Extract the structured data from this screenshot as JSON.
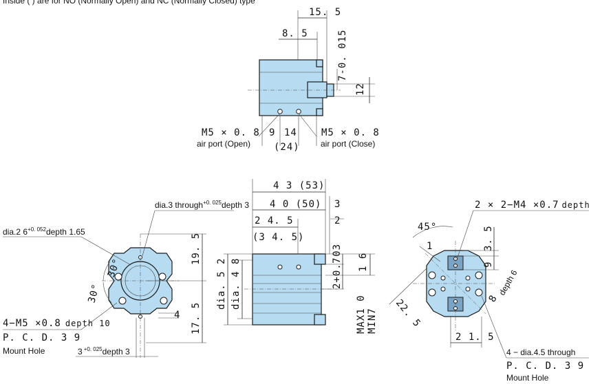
{
  "header_note": "Inside (     ) are for NO (Normally Open) and NC (Normally Closed) type",
  "top_view": {
    "dim_15_5": "15. 5",
    "dim_8_5": "8. 5",
    "dim_7_tol": "7-0. 015",
    "dim_12": "12",
    "port_left": "M5 × 0. 8",
    "port_left_desc": "air port (Open)",
    "port_right": "M5 × 0. 8",
    "port_right_desc": "air port (Close)",
    "dim_9": "9",
    "dim_14": "14",
    "dim_24": "(24)"
  },
  "left_view": {
    "through_note": "dia.3 through",
    "through_tol": "+0. 025",
    "through_depth": "depth 3",
    "bore_prefix": "dia.2 6",
    "bore_tol": "+0. 052",
    "bore_depth": "depth 1.65",
    "angle_a": "30°",
    "angle_b": "30°",
    "dim_19_5": "19. 5",
    "dim_17_5": "17. 5",
    "dim_4": "4",
    "mount_spec": "4−M5 ×0.8",
    "mount_depth": "depth 10",
    "pcd": "P. C. D. 3 9",
    "mount_label": "Mount Hole",
    "slot_value": "3",
    "slot_tol": "+0. 025",
    "slot_depth": "depth 3"
  },
  "front_view": {
    "dim_43": "4 3 (53)",
    "dim_40": "4 0 (50)",
    "dim_3": "3",
    "dim_24_5": "2 4. 5",
    "dim_34_5": "(3 4. 5)",
    "dim_2": "2",
    "dim_7": "7",
    "dim_16": "1 6",
    "dim_2_tol": "2+0. 03",
    "dia_52": "dia. 5 2",
    "dia_48": "dia. 4 8",
    "stroke_max": "MAX1 0",
    "stroke_min": "MIN7"
  },
  "right_view": {
    "thread_note": "2 × 2−M4 ×0.7",
    "thread_depth": "depth 8",
    "angle": "45°",
    "dim_1": "1",
    "dim_3_5": "3. 5",
    "dim_9": "9",
    "dim_8": "8",
    "depth_6": "depth 6",
    "dim_22_5": "22. 5",
    "dim_21_5": "2 1. 5",
    "hole_spec": "4 − dia.4.5 through",
    "pcd": "P. C. D. 3 9",
    "mount_label": "Mount Hole"
  }
}
